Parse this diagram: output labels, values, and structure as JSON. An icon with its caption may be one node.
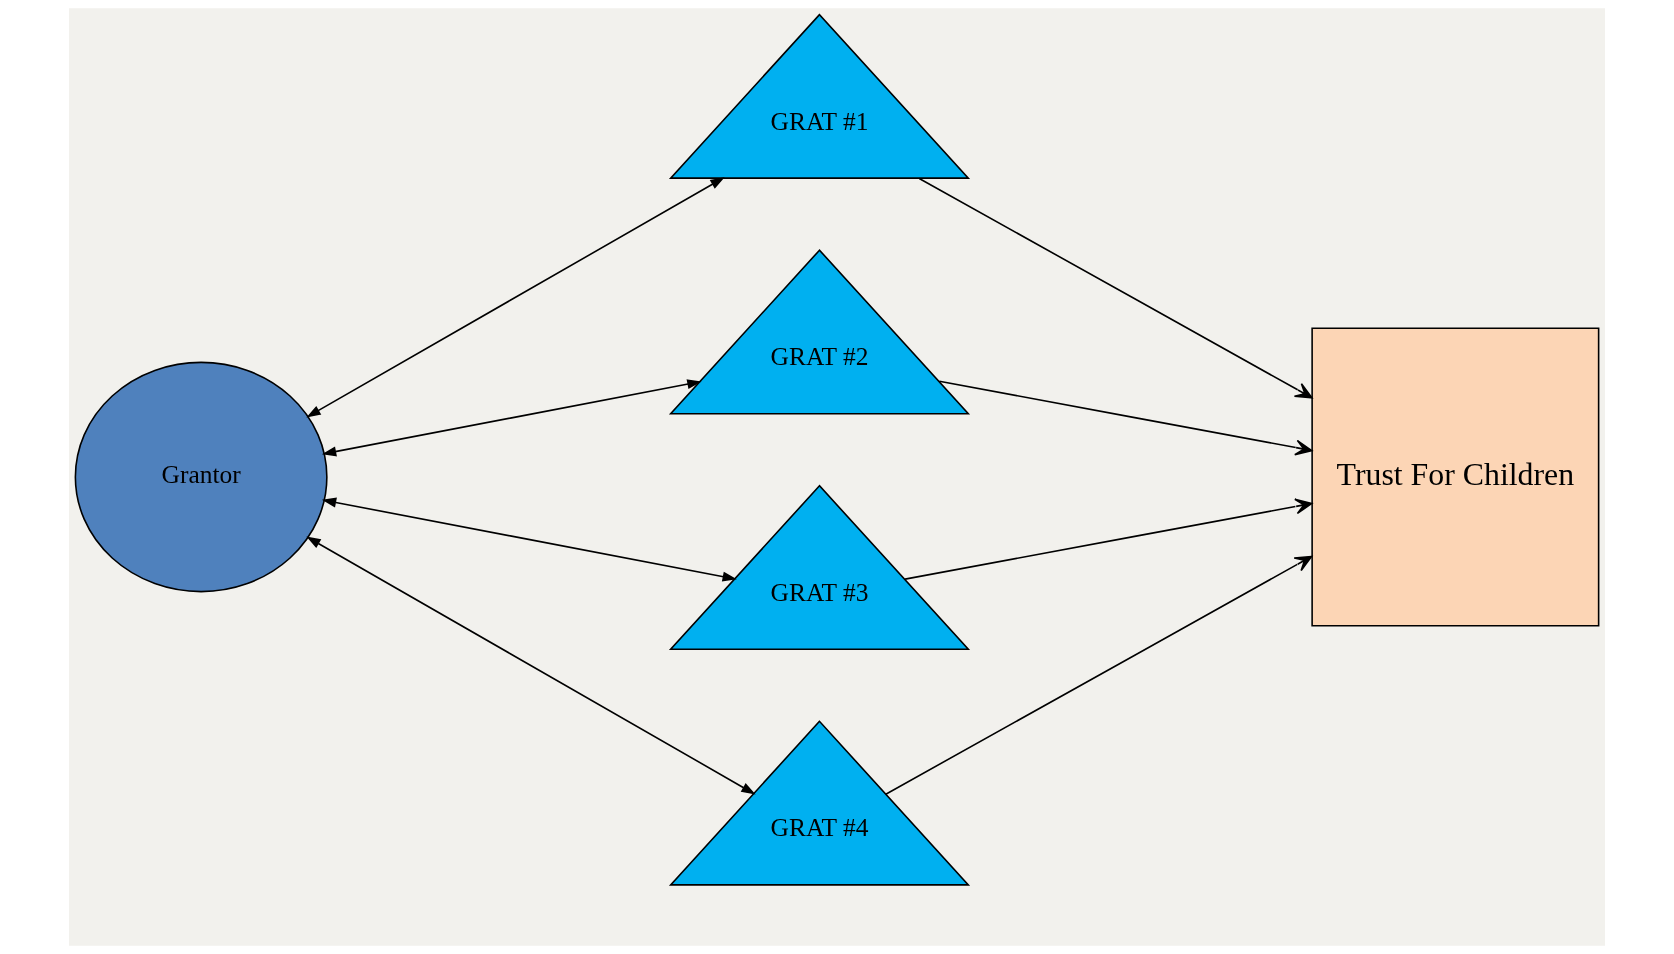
{
  "diagram": {
    "nodes": [
      {
        "text": [
          "Grantor"
        ]
      },
      {
        "text": [
          "GRAT #1"
        ]
      },
      {
        "text": [
          "GRAT #2"
        ]
      },
      {
        "text": [
          "GRAT #3"
        ]
      },
      {
        "text": [
          "GRAT #4"
        ]
      },
      {
        "text": [
          "Trust For Children"
        ]
      }
    ],
    "edges": [
      {
        "from": 0,
        "to": 1,
        "arrow": "both"
      },
      {
        "from": 0,
        "to": 2,
        "arrow": "both"
      },
      {
        "from": 0,
        "to": 3,
        "arrow": "both"
      },
      {
        "from": 0,
        "to": 4,
        "arrow": "both"
      },
      {
        "from": 1,
        "to": 5,
        "arrow": "to"
      },
      {
        "from": 2,
        "to": 5,
        "arrow": "to"
      },
      {
        "from": 3,
        "to": 5,
        "arrow": "to"
      },
      {
        "from": 4,
        "to": 5,
        "arrow": "to"
      }
    ]
  }
}
